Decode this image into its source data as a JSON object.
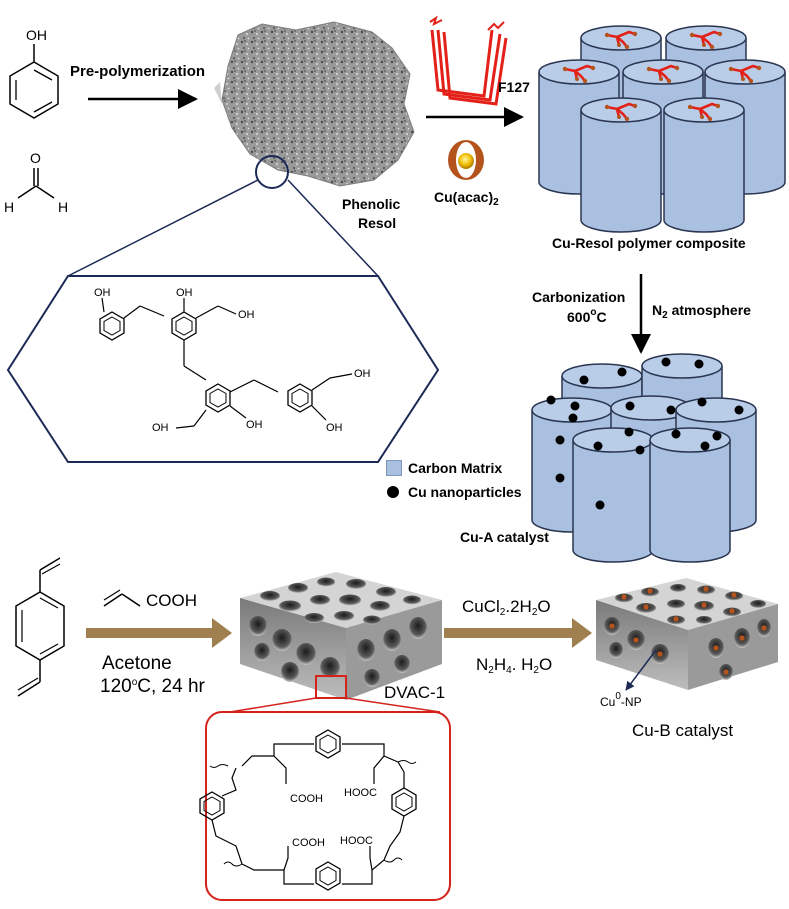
{
  "reactants": {
    "phenol_oh": "OH",
    "formaldehyde_o": "O",
    "formaldehyde_h1": "H",
    "formaldehyde_h2": "H"
  },
  "step1": {
    "arrow_label": "Pre-polymerization"
  },
  "resol": {
    "label_line1": "Phenolic",
    "label_line2": "Resol"
  },
  "reagents_top": {
    "surfactant": "F127",
    "copper_salt": "Cu(acac)",
    "copper_salt_sub": "2"
  },
  "composite": {
    "label": "Cu-Resol polymer composite"
  },
  "carbonization": {
    "label": "Carbonization",
    "temp": "600",
    "temp_sup": "o",
    "temp_unit": "C",
    "atmosphere_n": "N",
    "atmosphere_sub": "2",
    "atmosphere_rest": " atmosphere"
  },
  "resol_structure": {
    "oh": "OH"
  },
  "legend": {
    "carbon_matrix": "Carbon Matrix",
    "cu_nanoparticles": "Cu nanoparticles"
  },
  "catalyst_a": {
    "label": "Cu-A catalyst"
  },
  "step2": {
    "acrylic_acid": "COOH",
    "solvent": "Acetone",
    "conditions_temp": "120",
    "conditions_sup": "o",
    "conditions_rest": "C, 24 hr"
  },
  "dvac": {
    "label": "DVAC-1"
  },
  "step3": {
    "reagent1": "CuCl",
    "reagent1_sub": "2",
    "reagent1_rest": ".2H",
    "reagent1_sub2": "2",
    "reagent1_end": "O",
    "reagent2": "N",
    "reagent2_sub": "2",
    "reagent2_mid": "H",
    "reagent2_sub2": "4",
    "reagent2_end": ". H",
    "reagent2_sub3": "2",
    "reagent2_last": "O"
  },
  "catalyst_b": {
    "label": "Cu-B catalyst",
    "np_label": "Cu",
    "np_sup": "0",
    "np_rest": "-NP"
  },
  "dvac_structure": {
    "cooh": "COOH",
    "hooc": "HOOC"
  },
  "colors": {
    "cylinder_fill": "#a9c0e0",
    "cylinder_stroke": "#2a3550",
    "polymer_red": "#e32119",
    "dvac_arrow": "#a0804f",
    "zoom_red": "#d4231c",
    "zoom_navy": "#1d2a56",
    "copper_particle": "#b5531c"
  },
  "icons": [
    "phenol-icon",
    "formaldehyde-icon",
    "f127-icon",
    "cu-acac-icon",
    "divinylbenzene-icon",
    "acrylic-acid-icon"
  ]
}
